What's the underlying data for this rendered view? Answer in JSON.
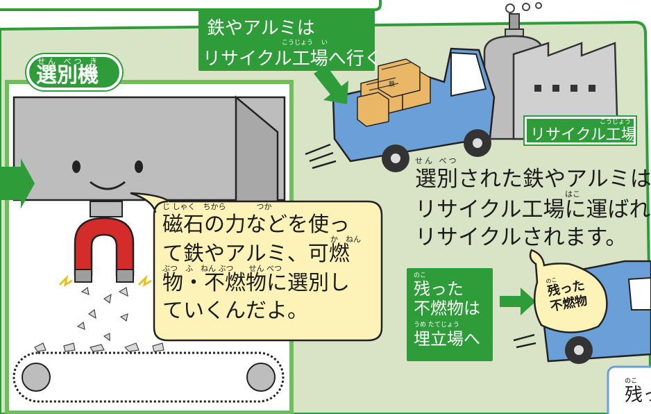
{
  "title_label": {
    "furigana": "せん べつ き",
    "text": "選別機"
  },
  "recycle_caption": {
    "line1": "鉄やアルミは",
    "furigana": "こうじょう　 い",
    "line2": "リサイクル工場へ行く"
  },
  "factory_sign": {
    "furigana": "こうじょう",
    "text": "リサイクル工場"
  },
  "speech_bubble": {
    "furigana1": "じ しゃく　ちから　　　　つか",
    "line1": "磁石の力などを使っ",
    "furigana2": "か　ねん",
    "line2": "て鉄やアルミ、可燃",
    "furigana3": "ぶつ　ふ　ねん ぶつ　　せん べつ",
    "line3": "物・不燃物に選別し",
    "line4": "ていくんだよ。"
  },
  "description": {
    "furigana1": "せん べつ",
    "line1": "選別された鉄やアルミは",
    "furigana2": "はこ",
    "line2": "リサイクル工場に運ばれ",
    "line3": "リサイクルされます。"
  },
  "landfill_caption": {
    "furigana1": "のこ",
    "line1": "残った",
    "line2": "不燃物は",
    "furigana3": "うめ たてじょう",
    "line3": "埋立場へ"
  },
  "sack_label": {
    "furigana": "のこ",
    "line1": "残った",
    "line2": "不燃物"
  },
  "corner_card": {
    "furigana": "のこ",
    "text": "残っ"
  },
  "crate_label": "鉄",
  "colors": {
    "background": "#d9e3c6",
    "panel_border": "#2f9c3a",
    "green_label": "#2f9c3a",
    "truck_blue": "#6a9fd8",
    "machine_gray": "#bdbdbd",
    "magnet_red": "#d42b2b",
    "bubble_fill": "#fdf2b8",
    "crate_tan": "#e9b765"
  }
}
